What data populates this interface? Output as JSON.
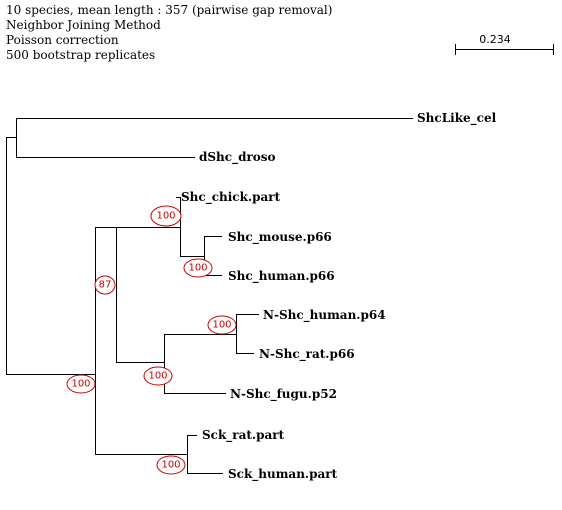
{
  "header": {
    "lines": [
      "10 species, mean length : 357 (pairwise gap removal)",
      "Neighbor Joining Method",
      "Poisson correction",
      "500 bootstrap replicates"
    ]
  },
  "scale_bar": {
    "label": "0.234"
  },
  "colors": {
    "branch": "#000000",
    "bootstrap": "#cc0000",
    "text": "#000000",
    "background": "#ffffff"
  },
  "taxa": [
    "ShcLike_cel",
    "dShc_droso",
    "Shc_chick.part",
    "Shc_mouse.p66",
    "Shc_human.p66",
    "N-Shc_human.p64",
    "N-Shc_rat.p66",
    "N-Shc_fugu.p52",
    "Sck_rat.part",
    "Sck_human.part"
  ],
  "bootstrap_values": [
    "100",
    "100",
    "87",
    "100",
    "100",
    "100",
    "100"
  ]
}
